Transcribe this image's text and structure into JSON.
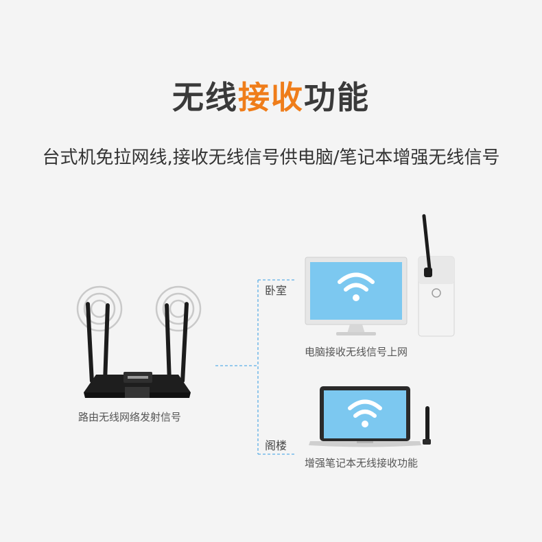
{
  "title": {
    "part1": "无线",
    "accent": "接收",
    "part2": "功能"
  },
  "subtitle": "台式机免拉网线,接收无线信号供电脑/笔记本增强无线信号",
  "router": {
    "caption": "路由无线网络发射信号",
    "icon": "router-icon"
  },
  "bedroom": {
    "label": "卧室",
    "caption": "电脑接收无线信号上网",
    "icon": "desktop-computer-icon"
  },
  "attic": {
    "label": "阁楼",
    "caption": "增强笔记本无线接收功能",
    "icon": "laptop-icon"
  },
  "colors": {
    "accent": "#ef7d1a",
    "screen": "#7cc8f0",
    "dash": "#5aaee6",
    "text": "#3a3a3a"
  }
}
